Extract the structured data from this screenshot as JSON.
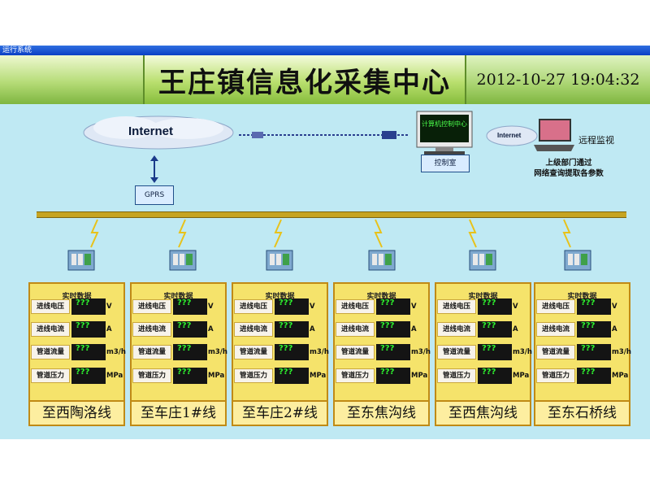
{
  "window": {
    "title": "运行系统"
  },
  "header": {
    "title": "王庄镇信息化采集中心",
    "datetime": "2012-10-27 19:04:32"
  },
  "network": {
    "internet_label": "Internet",
    "gprs_label": "GPRS",
    "computer_screen_label": "计算机控制中心",
    "control_room_label": "控制室",
    "remote_internet_label": "Internet",
    "remote_monitor_label": "远程监视",
    "remote_note": [
      "上级部门通过",
      "网络查询提取各参数"
    ]
  },
  "panels": [
    {
      "header": "实时数据",
      "rows": [
        {
          "label": "进线电压",
          "value": "???",
          "unit": "V"
        },
        {
          "label": "进线电流",
          "value": "???",
          "unit": "A"
        },
        {
          "label": "管道流量",
          "value": "???",
          "unit": "m3/h"
        },
        {
          "label": "管道压力",
          "value": "???",
          "unit": "MPa"
        }
      ],
      "name": "至西陶洛线"
    },
    {
      "header": "实时数据",
      "rows": [
        {
          "label": "进线电压",
          "value": "???",
          "unit": "V"
        },
        {
          "label": "进线电流",
          "value": "???",
          "unit": "A"
        },
        {
          "label": "管道流量",
          "value": "???",
          "unit": "m3/h"
        },
        {
          "label": "管道压力",
          "value": "???",
          "unit": "MPa"
        }
      ],
      "name": "至车庄1#线"
    },
    {
      "header": "实时数据",
      "rows": [
        {
          "label": "进线电压",
          "value": "???",
          "unit": "V"
        },
        {
          "label": "进线电流",
          "value": "???",
          "unit": "A"
        },
        {
          "label": "管道流量",
          "value": "???",
          "unit": "m3/h"
        },
        {
          "label": "管道压力",
          "value": "???",
          "unit": "MPa"
        }
      ],
      "name": "至车庄2#线"
    },
    {
      "header": "实时数据",
      "rows": [
        {
          "label": "进线电压",
          "value": "???",
          "unit": "V"
        },
        {
          "label": "进线电流",
          "value": "???",
          "unit": "A"
        },
        {
          "label": "管道流量",
          "value": "???",
          "unit": "m3/h"
        },
        {
          "label": "管道压力",
          "value": "???",
          "unit": "MPa"
        }
      ],
      "name": "至东焦沟线"
    },
    {
      "header": "实时数据",
      "rows": [
        {
          "label": "进线电压",
          "value": "???",
          "unit": "V"
        },
        {
          "label": "进线电流",
          "value": "???",
          "unit": "A"
        },
        {
          "label": "管道流量",
          "value": "???",
          "unit": "m3/h"
        },
        {
          "label": "管道压力",
          "value": "???",
          "unit": "MPa"
        }
      ],
      "name": "至西焦沟线"
    },
    {
      "header": "实时数据",
      "rows": [
        {
          "label": "进线电压",
          "value": "???",
          "unit": "V"
        },
        {
          "label": "进线电流",
          "value": "???",
          "unit": "A"
        },
        {
          "label": "管道流量",
          "value": "???",
          "unit": "m3/h"
        },
        {
          "label": "管道压力",
          "value": "???",
          "unit": "MPa"
        }
      ],
      "name": "至东石桥线"
    }
  ]
}
